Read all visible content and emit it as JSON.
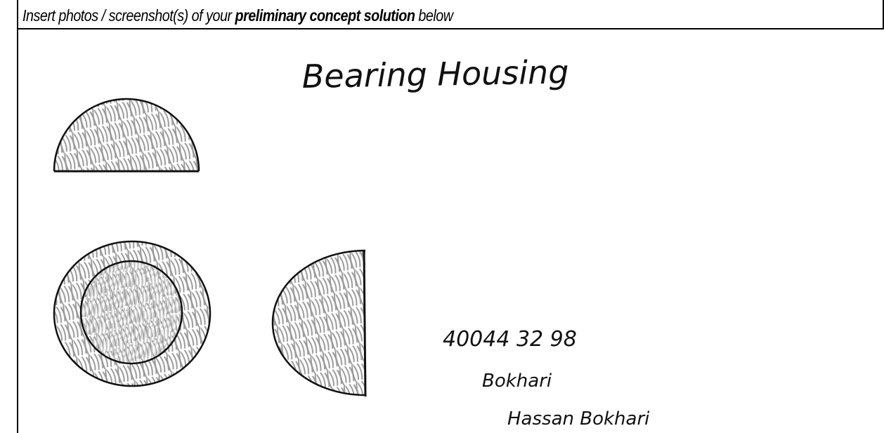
{
  "header": {
    "prefix": "Insert photos / screenshot(s) of your ",
    "emphasis": "preliminary concept solution",
    "suffix": " below"
  },
  "sketch": {
    "title": "Bearing Housing",
    "id_number": "40044 32 98",
    "signature": "Bokhari",
    "name": "Hassan Bokhari",
    "colors": {
      "ink": "#111111",
      "shading_dark": "#9a9a9a",
      "shading_light": "#c4c4c4"
    }
  }
}
